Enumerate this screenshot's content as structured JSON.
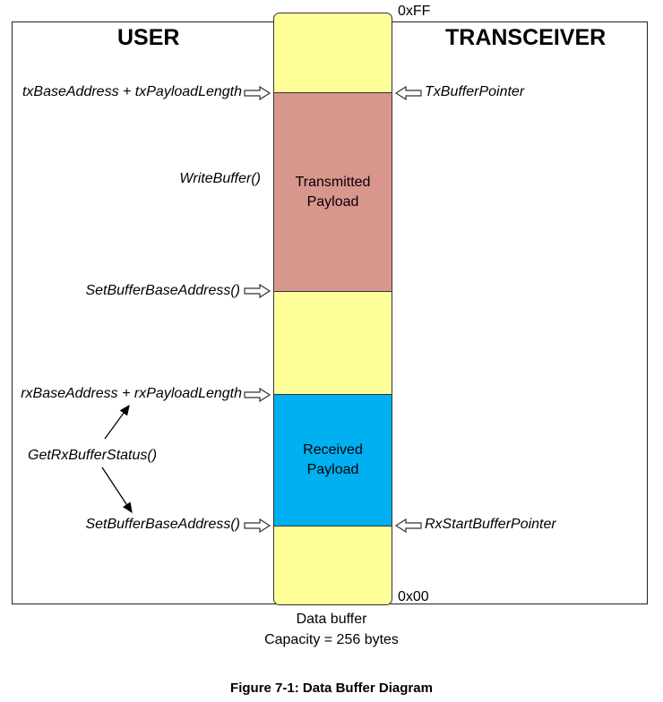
{
  "headers": {
    "user": "USER",
    "transceiver": "TRANSCEIVER"
  },
  "addresses": {
    "top": "0xFF",
    "bottom": "0x00"
  },
  "regions": {
    "transmitted": {
      "line1": "Transmitted",
      "line2": "Payload",
      "color": "#d9968d"
    },
    "received": {
      "line1": "Received",
      "line2": "Payload",
      "color": "#00b0f0"
    },
    "free_color": "#ffff99"
  },
  "user_labels": {
    "tx_end": "txBaseAddress + txPayloadLength",
    "write": "WriteBuffer()",
    "set_base_tx": "SetBufferBaseAddress()",
    "rx_end": "rxBaseAddress + rxPayloadLength",
    "status": "GetRxBufferStatus()",
    "set_base_rx": "SetBufferBaseAddress()"
  },
  "transceiver_labels": {
    "tx_pointer": "TxBufferPointer",
    "rx_pointer": "RxStartBufferPointer"
  },
  "caption": {
    "line1": "Data buffer",
    "line2": "Capacity = 256 bytes"
  },
  "figure_title": "Figure 7-1: Data Buffer Diagram"
}
